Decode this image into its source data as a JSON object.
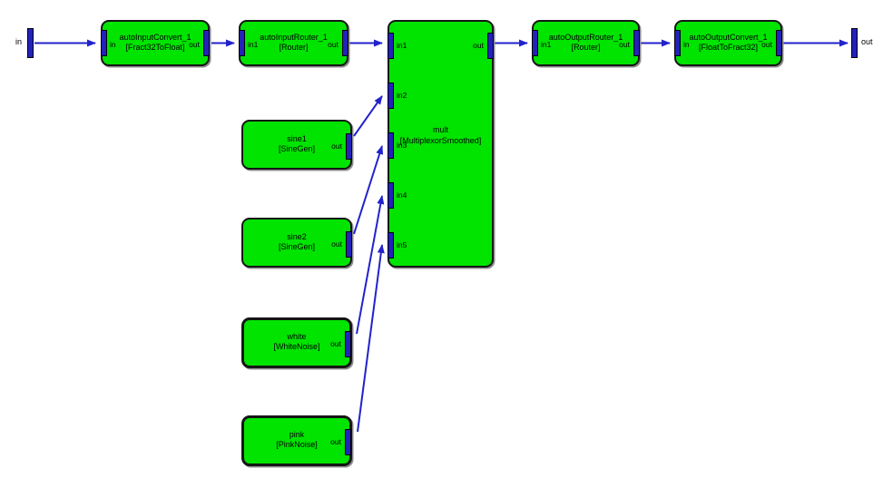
{
  "colors": {
    "block_fill": "#00e400",
    "block_border": "#151515",
    "pin_fill": "#2222bb",
    "wire": "#2222cc",
    "text": "#000000",
    "background": "#ffffff"
  },
  "terminals": {
    "input": {
      "label": "in"
    },
    "output": {
      "label": "out"
    }
  },
  "blocks": {
    "autoInputConvert": {
      "name": "autoInputConvert_1",
      "type": "[Fract32ToFloat]",
      "input_pin": "in",
      "output_pin": "out"
    },
    "autoInputRouter": {
      "name": "autoInputRouter_1",
      "type": "[Router]",
      "input_pin": "in1",
      "output_pin": "out"
    },
    "mult": {
      "name": "mult",
      "type": "[MultiplexorSmoothed]",
      "input_pins": [
        "in1",
        "in2",
        "in3",
        "in4",
        "in5"
      ],
      "output_pin": "out"
    },
    "autoOutputRouter": {
      "name": "autoOutputRouter_1",
      "type": "[Router]",
      "input_pin": "in1",
      "output_pin": "out"
    },
    "autoOutputConvert": {
      "name": "autoOutputConvert_1",
      "type": "[FloatToFract32]",
      "input_pin": "in",
      "output_pin": "out"
    },
    "sine1": {
      "name": "sine1",
      "type": "[SineGen]",
      "output_pin": "out"
    },
    "sine2": {
      "name": "sine2",
      "type": "[SineGen]",
      "output_pin": "out"
    },
    "white": {
      "name": "white",
      "type": "[WhiteNoise]",
      "output_pin": "out"
    },
    "pink": {
      "name": "pink",
      "type": "[PinkNoise]",
      "output_pin": "out"
    }
  },
  "connections": [
    {
      "from": "in",
      "to": "autoInputConvert_1.in"
    },
    {
      "from": "autoInputConvert_1.out",
      "to": "autoInputRouter_1.in1"
    },
    {
      "from": "autoInputRouter_1.out",
      "to": "mult.in1"
    },
    {
      "from": "mult.out",
      "to": "autoOutputRouter_1.in1"
    },
    {
      "from": "autoOutputRouter_1.out",
      "to": "autoOutputConvert_1.in"
    },
    {
      "from": "autoOutputConvert_1.out",
      "to": "out"
    },
    {
      "from": "sine1.out",
      "to": "mult.in2"
    },
    {
      "from": "sine2.out",
      "to": "mult.in3"
    },
    {
      "from": "white.out",
      "to": "mult.in4"
    },
    {
      "from": "pink.out",
      "to": "mult.in5"
    }
  ]
}
